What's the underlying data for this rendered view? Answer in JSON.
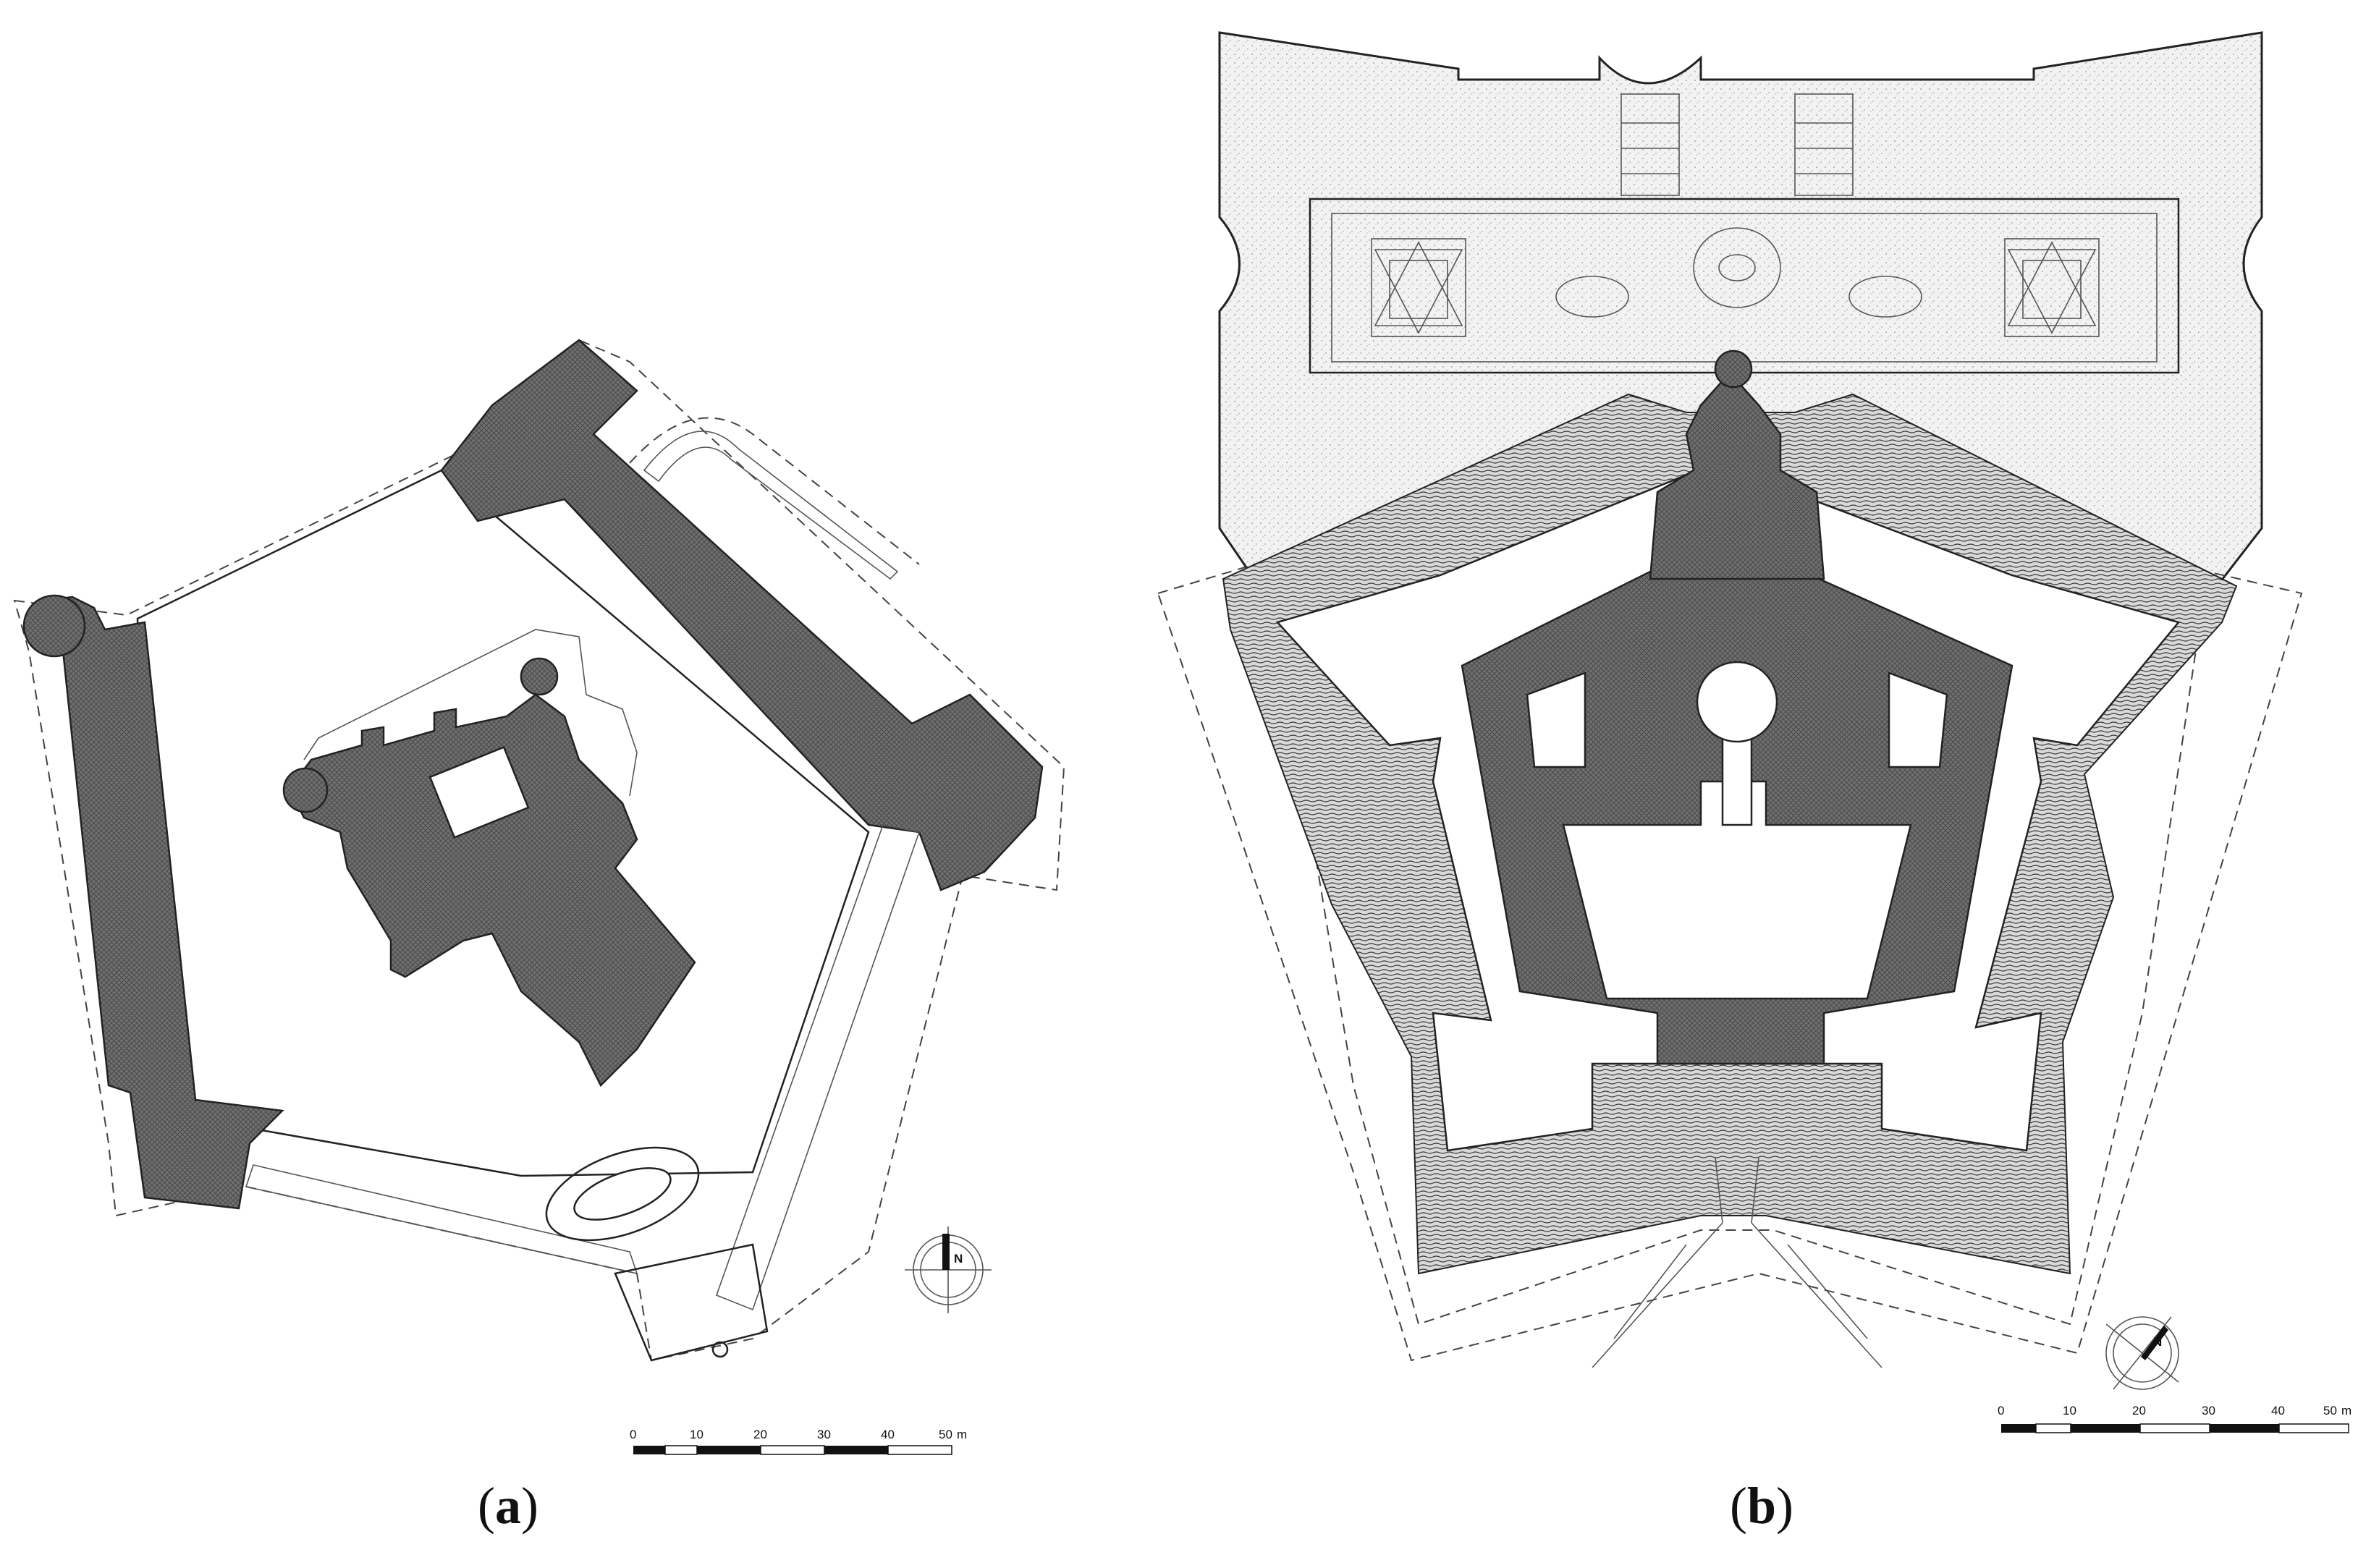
{
  "panel_a": {
    "label_open": "(",
    "label_letter": "a",
    "label_close": ")",
    "north_letter": "N",
    "scale": {
      "ticks": [
        "0",
        "10",
        "20",
        "30",
        "40"
      ],
      "last_tick": "50",
      "unit": "m"
    }
  },
  "panel_b": {
    "label_open": "(",
    "label_letter": "b",
    "label_close": ")",
    "north_letter": "N",
    "scale": {
      "ticks": [
        "0",
        "10",
        "20",
        "30",
        "40"
      ],
      "last_tick": "50",
      "unit": "m"
    }
  },
  "colors": {
    "wall_fill": "#6b6b6b",
    "line": "#222222",
    "background": "#ffffff"
  }
}
